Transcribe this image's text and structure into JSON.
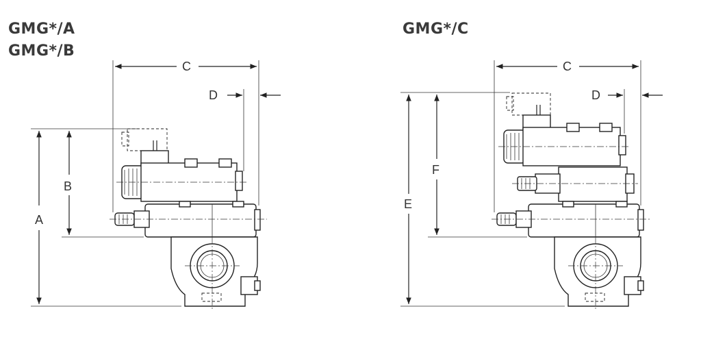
{
  "titles": {
    "left_line1": "GMG*/A",
    "left_line2": "GMG*/B",
    "right": "GMG*/C"
  },
  "dimensions": {
    "left": {
      "a": "A",
      "b": "B",
      "c": "C",
      "d": "D"
    },
    "right": {
      "c": "C",
      "d": "D",
      "e": "E",
      "f": "F"
    }
  }
}
